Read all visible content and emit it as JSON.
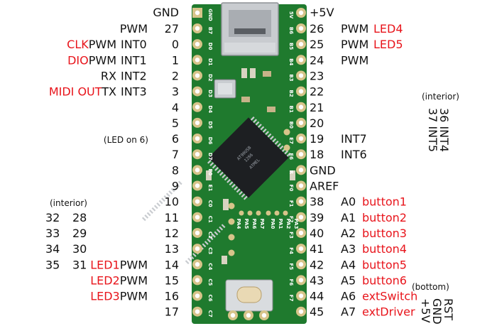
{
  "top": {
    "gnd": "GND",
    "vcc": "+5V"
  },
  "left_rows": [
    {
      "num": "27",
      "labels": [
        {
          "text": "PWM",
          "red": false
        }
      ]
    },
    {
      "num": "0",
      "labels": [
        {
          "text": "CLK",
          "red": true
        },
        {
          "text": "PWM",
          "red": false
        },
        {
          "text": "INT0",
          "red": false
        }
      ]
    },
    {
      "num": "1",
      "labels": [
        {
          "text": "DIO",
          "red": true
        },
        {
          "text": "PWM",
          "red": false
        },
        {
          "text": "INT1",
          "red": false
        }
      ]
    },
    {
      "num": "2",
      "labels": [
        {
          "text": "RX",
          "red": false
        },
        {
          "text": "INT2",
          "red": false
        }
      ]
    },
    {
      "num": "3",
      "labels": [
        {
          "text": "MIDI OUT",
          "red": true
        },
        {
          "text": "TX",
          "red": false
        },
        {
          "text": "INT3",
          "red": false
        }
      ]
    },
    {
      "num": "4",
      "labels": []
    },
    {
      "num": "5",
      "labels": []
    },
    {
      "num": "6",
      "labels": [
        {
          "text": "(LED on 6)",
          "red": false
        }
      ]
    },
    {
      "num": "7",
      "labels": []
    },
    {
      "num": "8",
      "labels": []
    },
    {
      "num": "9",
      "labels": []
    },
    {
      "num": "10",
      "labels": []
    },
    {
      "num": "11",
      "labels": []
    },
    {
      "num": "12",
      "labels": []
    },
    {
      "num": "13",
      "labels": []
    },
    {
      "num": "14",
      "labels": [
        {
          "text": "LED1",
          "red": true
        },
        {
          "text": "PWM",
          "red": false
        }
      ]
    },
    {
      "num": "15",
      "labels": [
        {
          "text": "LED2",
          "red": true
        },
        {
          "text": "PWM",
          "red": false
        }
      ]
    },
    {
      "num": "16",
      "labels": [
        {
          "text": "LED3",
          "red": true
        },
        {
          "text": "PWM",
          "red": false
        }
      ]
    },
    {
      "num": "17",
      "labels": []
    }
  ],
  "right_rows": [
    {
      "num": "26",
      "labels": [
        {
          "text": "PWM",
          "red": false
        },
        {
          "text": "LED4",
          "red": true
        }
      ]
    },
    {
      "num": "25",
      "labels": [
        {
          "text": "PWM",
          "red": false
        },
        {
          "text": "LED5",
          "red": true
        }
      ]
    },
    {
      "num": "24",
      "labels": [
        {
          "text": "PWM",
          "red": false
        }
      ]
    },
    {
      "num": "23",
      "labels": []
    },
    {
      "num": "22",
      "labels": []
    },
    {
      "num": "21",
      "labels": []
    },
    {
      "num": "20",
      "labels": []
    },
    {
      "num": "19",
      "labels": [
        {
          "text": "INT7",
          "red": false
        }
      ]
    },
    {
      "num": "18",
      "labels": [
        {
          "text": "INT6",
          "red": false
        }
      ]
    },
    {
      "num": "GND",
      "labels": []
    },
    {
      "num": "AREF",
      "labels": []
    },
    {
      "num": "38",
      "labels": [
        {
          "text": "A0",
          "red": false
        },
        {
          "text": "button1",
          "red": true
        }
      ]
    },
    {
      "num": "39",
      "labels": [
        {
          "text": "A1",
          "red": false
        },
        {
          "text": "button2",
          "red": true
        }
      ]
    },
    {
      "num": "40",
      "labels": [
        {
          "text": "A2",
          "red": false
        },
        {
          "text": "button3",
          "red": true
        }
      ]
    },
    {
      "num": "41",
      "labels": [
        {
          "text": "A3",
          "red": false
        },
        {
          "text": "button4",
          "red": true
        }
      ]
    },
    {
      "num": "42",
      "labels": [
        {
          "text": "A4",
          "red": false
        },
        {
          "text": "button5",
          "red": true
        }
      ]
    },
    {
      "num": "43",
      "labels": [
        {
          "text": "A5",
          "red": false
        },
        {
          "text": "button6",
          "red": true
        }
      ]
    },
    {
      "num": "44",
      "labels": [
        {
          "text": "A6",
          "red": false
        },
        {
          "text": "extSwitch",
          "red": true
        }
      ]
    },
    {
      "num": "45",
      "labels": [
        {
          "text": "A7",
          "red": false
        },
        {
          "text": "extDriver",
          "red": true
        }
      ]
    }
  ],
  "interior_left": {
    "caption": "(interior)",
    "rows": [
      [
        "32",
        "28"
      ],
      [
        "33",
        "29"
      ],
      [
        "34",
        "30"
      ],
      [
        "35",
        "31"
      ]
    ]
  },
  "interior_right": {
    "caption": "(interior)",
    "col1": [
      "36",
      "INT4"
    ],
    "col2": [
      "37",
      "INT5"
    ]
  },
  "bottom_right": {
    "caption": "(bottom)",
    "pins": [
      "+5V",
      "GND",
      "RST"
    ]
  },
  "board": {
    "left_silk": [
      "GND",
      "B7",
      "D0",
      "D1",
      "D2",
      "D3",
      "D4",
      "D5",
      "D6",
      "D7",
      "E0",
      "E1",
      "C0",
      "C1",
      "C2",
      "C3",
      "C4",
      "C5",
      "C6",
      "C7"
    ],
    "right_silk": [
      "5V",
      "B6",
      "B5",
      "B4",
      "B3",
      "B2",
      "B1",
      "B0",
      "E7",
      "E6",
      "R",
      "F0",
      "F1",
      "F2",
      "F3",
      "F4",
      "F5",
      "F6",
      "F7"
    ],
    "inner_silk_top": [
      "PA4",
      "PA5",
      "PA6",
      "PA7"
    ],
    "inner_silk_right": [
      "PA0",
      "PA1",
      "PA2",
      "PA3"
    ],
    "chip_marks": [
      "AT90USB",
      "1286",
      "ATMEL"
    ],
    "pcb_color": "#1f7a2e",
    "label_red": "#e8141b"
  }
}
